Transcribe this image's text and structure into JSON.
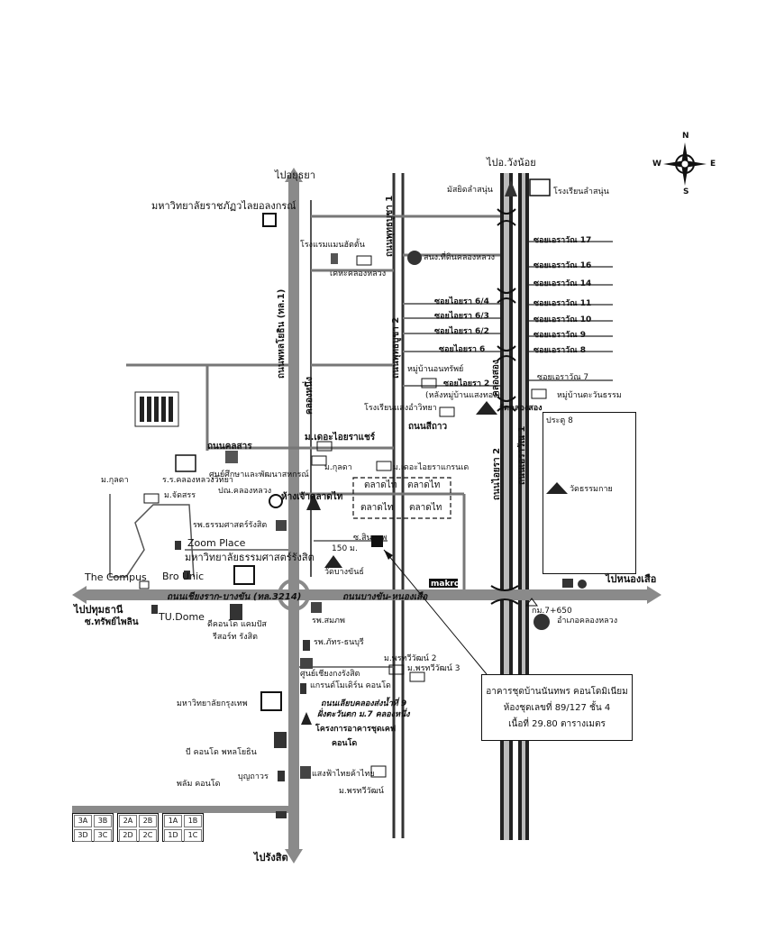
{
  "compass": {
    "n": "N",
    "s": "S",
    "e": "E",
    "w": "W"
  },
  "directions": {
    "to_ayutthaya": "ไปอยุธยา",
    "to_wangnoi": "ไปอ.วังน้อย",
    "to_pathumthani": "ไปปทุมธานี",
    "to_nongsua": "ไปหนองเสือ",
    "to_rangsit": "ไปรังสิต"
  },
  "roads": {
    "phahonyothin": "ถนนพหลโยธิน (ทล.1)",
    "khlong_nueng_canal": "คลองหนึ่ง",
    "nava_nakorn_1": "ถนนพุทธบูชา 1",
    "nava_nakorn_2": "ถนนพุทธบูชา 2",
    "khlong_song": "คลองสอง",
    "aiyara_2": "ถนนไอยรา 2",
    "aiyara_1": "ถนนเอราวัณ 1",
    "chiangrak": "ถนนเชียงราก-บางขัน (ทล.3214)",
    "bangkhan": "ถนนบางขัน-หนองเสือ",
    "khon_san": "ถนนคลสาร",
    "sitravo": "ถนนสีถาว",
    "klong_lieb": "ถนนเลียบคลองส่งน้ำที่ 9",
    "small_soi": "ซ.สินทรพ",
    "dist": "150 ม."
  },
  "sois": {
    "erawan17": "ซอยเอราวัณ 17",
    "erawan16": "ซอยเอราวัณ 16",
    "erawan14": "ซอยเอราวัณ 14",
    "erawan11": "ซอยเอราวัณ 11",
    "erawan10": "ซอยเอราวัณ 10",
    "erawan9": "ซอยเอราวัณ 9",
    "erawan8": "ซอยเอราวัณ 8",
    "erawan7": "ซอยเอราวัณ 7",
    "aiyara64": "ซอยไอยรา 6/4",
    "aiyara63": "ซอยไอยรา 6/3",
    "aiyara62": "ซอยไอยรา 6/2",
    "aiyara6": "ซอยไอยรา 6",
    "aiyara2": "ซอยไอยรา 2"
  },
  "places": {
    "rajabhat": "มหาวิทยาลัยราชภัฏวไลยอลงกรณ์",
    "masjid": "มัสยิดลำสนุ่น",
    "lamsanun_school": "โรงเรียนลำสนุ่น",
    "hotel": "โรงแรมแมนฮัตตั้น",
    "khlong_luang_house": "เคหะคลองหลวง",
    "police": "สนง.ที่ดินคลองหลวง",
    "village_anothai": "หมู่บ้านอนทรัพย์",
    "behind_saengthong": "(หลังหมู่บ้านแสงทอง)",
    "tawantham": "หมู่บ้านตะวันธรรม",
    "school_uthai": "โรงเรียนแสงอำวิทยา",
    "wat_khlong_song": "วัดคลองสอง",
    "dekor_place": "ม.เดอะไอยราแชร์",
    "dekor_grand": "ม.เดอะไอยราแกรนเด",
    "research_center": "ศูนย์ศึกษาและพัฒนาสหกรณ์",
    "kulada": "ม.กุลดา",
    "kulada2": "ม.กุลดา",
    "rr_school": "ร.ร.คลองหลวงวิทยา",
    "jatsorn": "ม.จัดสรร",
    "post_office": "ปณ.คลองหลวง",
    "market_main": "ห้างเจ้าตลาดไท",
    "talad_thai": "ตลาดไท",
    "hospital_thammasat": "รพ.ธรรมศาสตร์รังสิต",
    "zoom_place": "Zoom Place",
    "thammasat_uni": "มหาวิทยาลัยธรรมศาสตร์รังสิต",
    "compus": "The Compus",
    "bro_unic": "Bro Unic",
    "tu_dome": "TU.Dome",
    "wat_bangkhan": "วัดบางขันธ์",
    "makro": "makro",
    "sapphire": "ซ.ทรัพย์ไพลิน",
    "dcondo_campus": "ดีคอนโด แคมปัส",
    "resort_rangsit": "รีสอร์ท รังสิต",
    "hospital_samkop": "รพ.สมภพ",
    "hospital_patra": "รพ.ภัทร-ธนบุรี",
    "centre_chiang": "ศูนย์เชียงกงรังสิต",
    "grand_modern": "แกรนด์โมเดิร์น คอนโด",
    "pruksa2": "ม.พรทวีวัฒน์ 2",
    "pruksa3": "ม.พรทวีวัฒน์ 3",
    "bangkok_uni": "มหาวิทยาลัยกรุงเทพ",
    "klong_lieb_desc": "ฝั่งตะวันตก ม.7 คลองหนึ่ง",
    "project": "โครงการอาคารชุดเคฟ",
    "project2": "คอนโด",
    "b_condo": "บี คอนโด พหลโยธิน",
    "bunthawon": "บุญถาวร",
    "saengfa": "แสงฟ้าไทยค้าไทย",
    "pruksa": "ม.พรทวีวัฒน์",
    "plum_condo": "พลัม คอนโด",
    "km": "กม.7+650",
    "amphoe": "อำเภอคลองหลวง",
    "gate8": "ประตู 8",
    "wat_dhammakaya": "วัดธรรมกาย"
  },
  "info_box": {
    "line1": "อาคารชุดบ้านนันทพร คอนโดมิเนียม",
    "line2": "ห้องชุดเลขที่ 89/127 ชั้น 4",
    "line3": "เนื้อที่ 29.80 ตารางเมตร"
  },
  "blocks": [
    {
      "a": "3A",
      "b": "3B",
      "c": "3D",
      "d": "3C"
    },
    {
      "a": "2A",
      "b": "2B",
      "c": "2D",
      "d": "2C"
    },
    {
      "a": "1A",
      "b": "1B",
      "c": "1D",
      "d": "1C"
    }
  ]
}
